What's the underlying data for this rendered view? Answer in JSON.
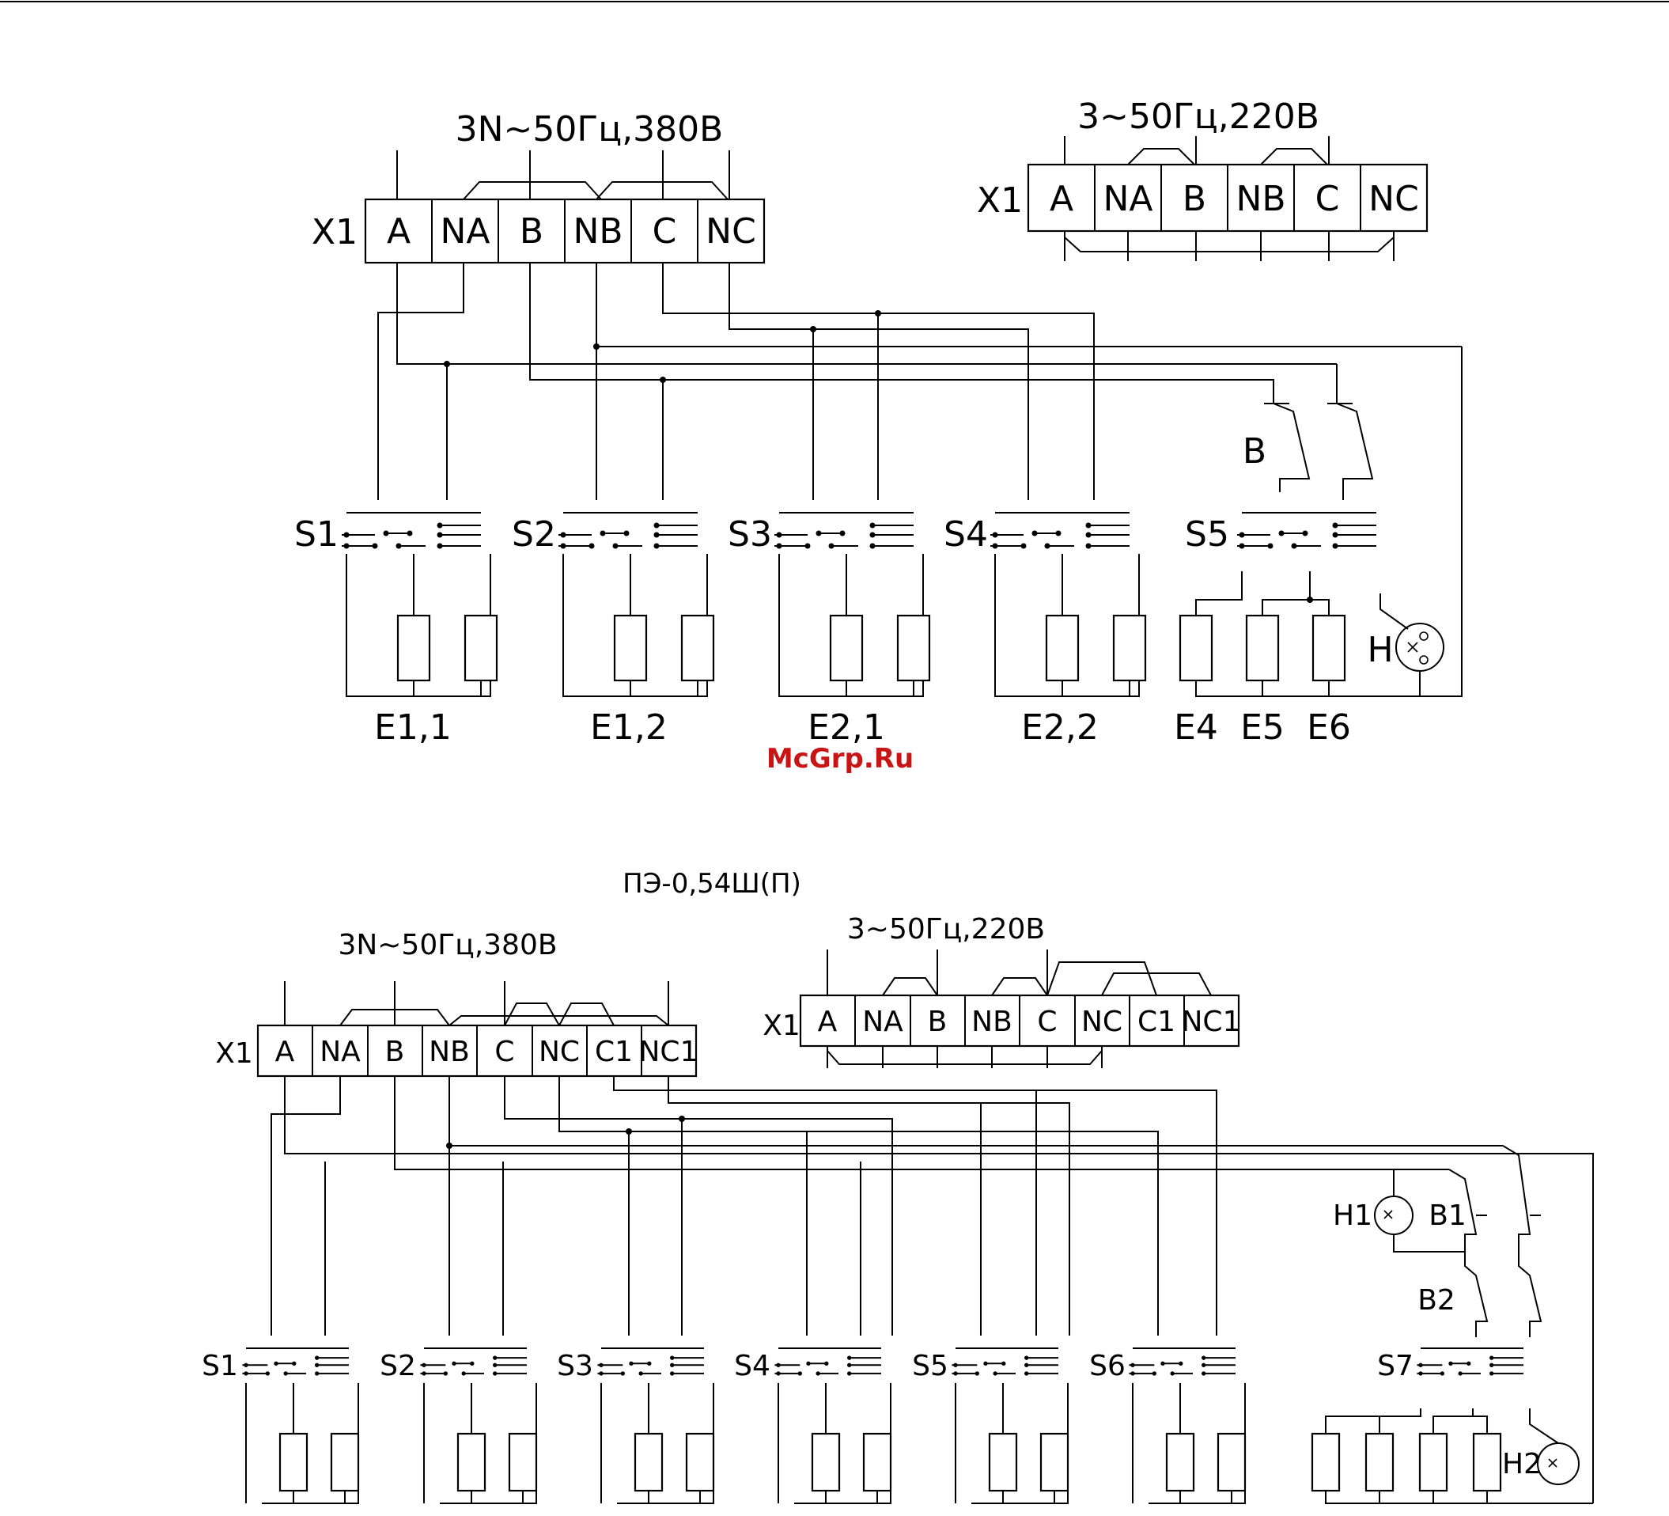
{
  "colors": {
    "line": "#000000",
    "watermark": "#c81414",
    "background": "#ffffff"
  },
  "watermark": "McGrp.Ru",
  "top_scheme": {
    "left_supply": "3N~50Гц,380В",
    "right_supply": "3~50Гц,220В",
    "block_label": "X1",
    "left_terminals": [
      "A",
      "NA",
      "B",
      "NB",
      "C",
      "NC"
    ],
    "right_terminals": [
      "A",
      "NA",
      "B",
      "NB",
      "C",
      "NC"
    ],
    "switches": [
      "S1",
      "S2",
      "S3",
      "S4",
      "S5"
    ],
    "switch_B": "B",
    "heaters": [
      "E1,1",
      "E1,2",
      "E2,1",
      "E2,2",
      "E4",
      "E5",
      "E6"
    ],
    "lamp": "H"
  },
  "bottom_scheme": {
    "model": "ПЭ-0,54Ш(П)",
    "left_supply": "3N~50Гц,380В",
    "right_supply": "3~50Гц,220В",
    "block_label": "X1",
    "left_terminals": [
      "A",
      "NA",
      "B",
      "NB",
      "C",
      "NC",
      "C1",
      "NC1"
    ],
    "right_terminals": [
      "A",
      "NA",
      "B",
      "NB",
      "C",
      "NC",
      "C1",
      "NC1"
    ],
    "switches": [
      "S1",
      "S2",
      "S3",
      "S4",
      "S5",
      "S6",
      "S7"
    ],
    "lamps": [
      "H1",
      "H2"
    ],
    "limit_switches": [
      "B1",
      "B2"
    ]
  }
}
